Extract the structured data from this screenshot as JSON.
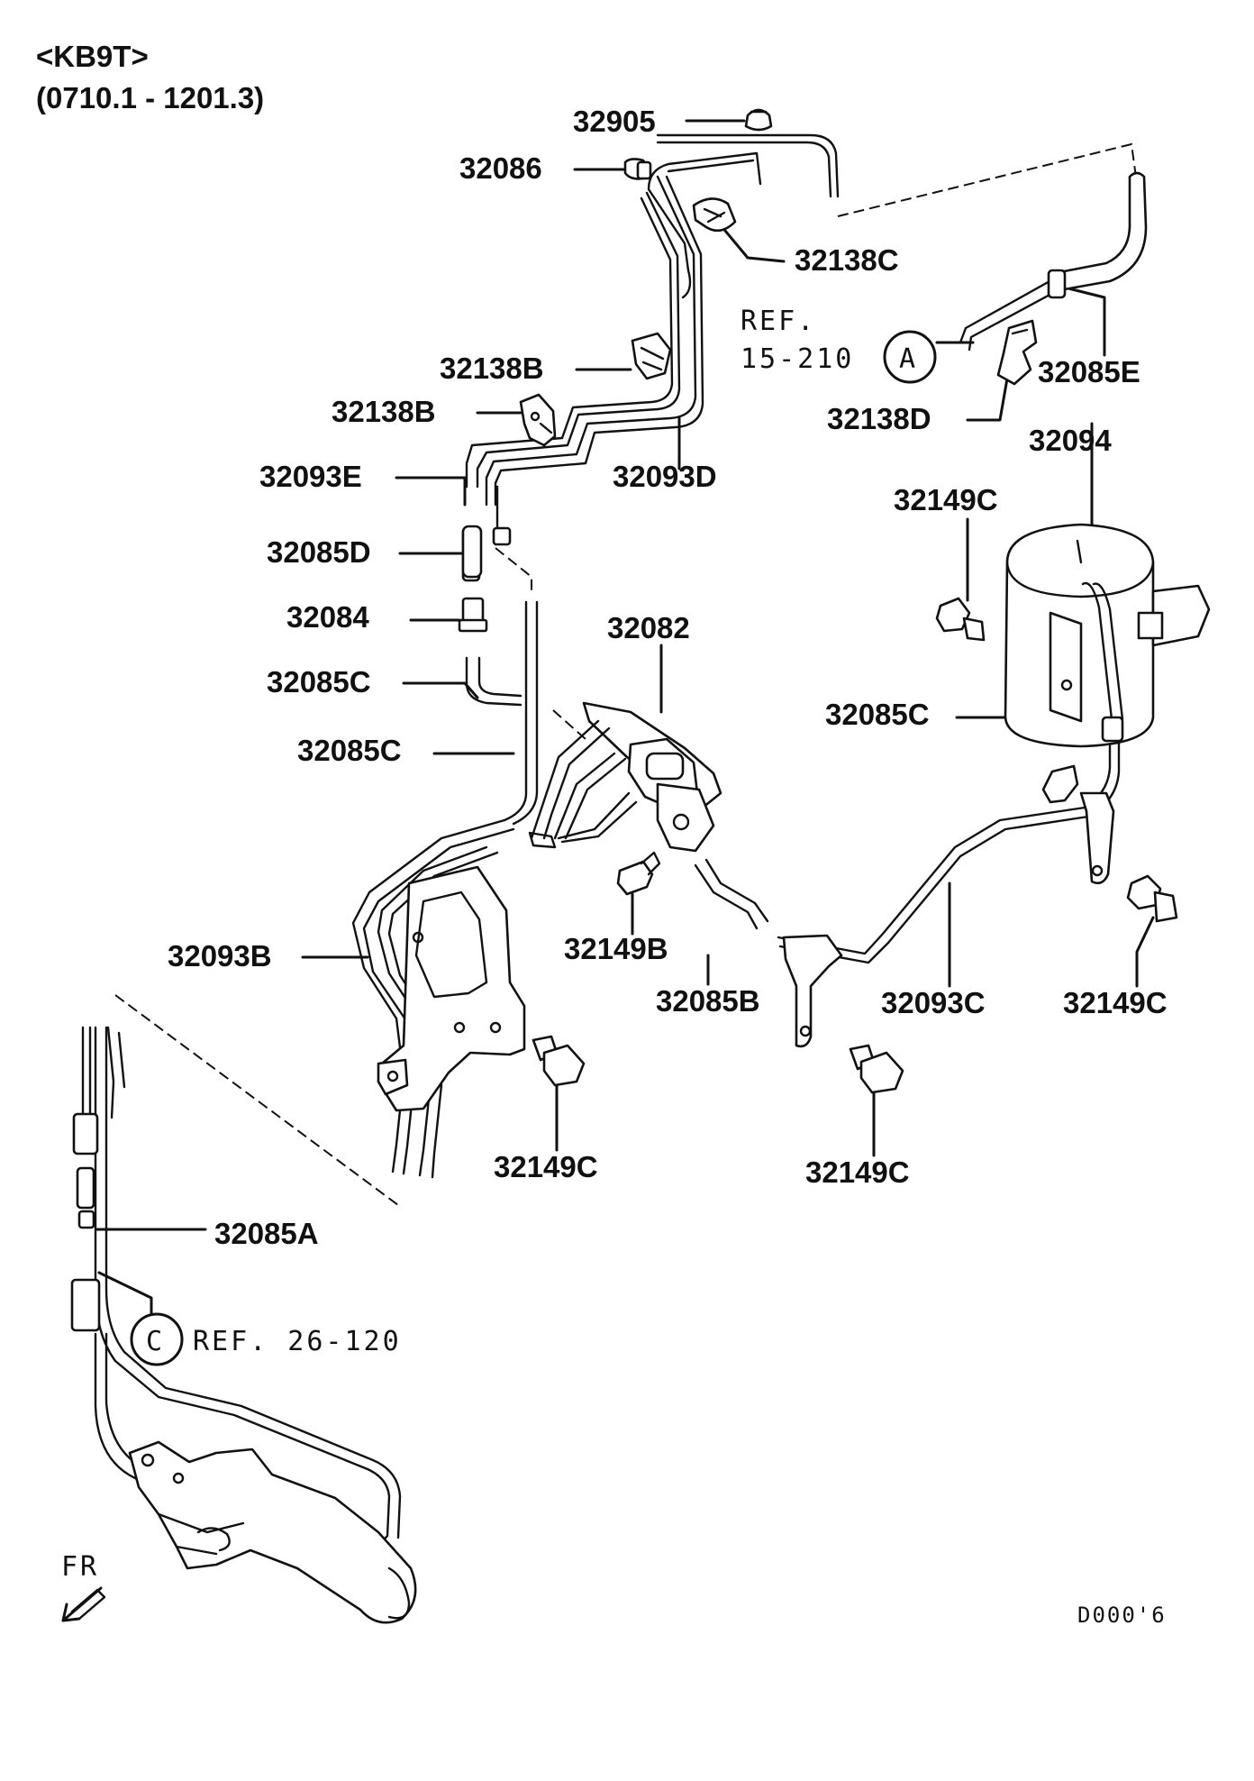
{
  "header": {
    "model": "<KB9T>",
    "date_range": "(0710.1 - 1201.3)"
  },
  "callouts": [
    "32905",
    "32086",
    "32138C",
    "32138B",
    "32138B",
    "32093E",
    "32093D",
    "32085D",
    "32084",
    "32082",
    "32085C",
    "32085C",
    "32085C",
    "32093B",
    "32149B",
    "32085B",
    "32093C",
    "32149C",
    "32149C",
    "32149C",
    "32149C",
    "32094",
    "32085E",
    "32138D",
    "32085A"
  ],
  "references": {
    "ref_a_line1": "REF.",
    "ref_a_line2": "15-210",
    "ref_a_marker": "A",
    "ref_c_text": "REF. 26-120",
    "ref_c_marker": "C"
  },
  "front_indicator": "FR",
  "drawing_code": "D000'6"
}
